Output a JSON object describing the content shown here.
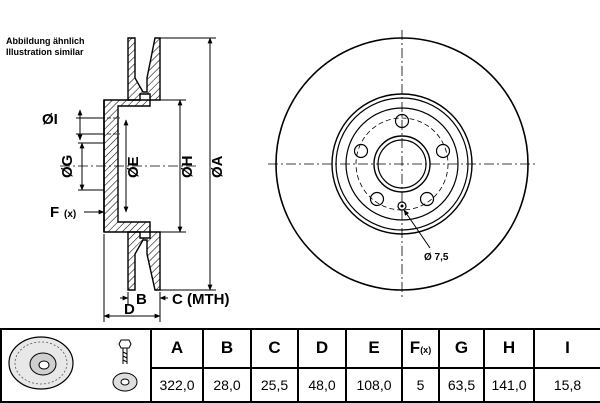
{
  "notes": {
    "line1": "Abbildung ähnlich",
    "line2": "Illustration similar"
  },
  "drawing": {
    "labels": {
      "I": "ØI",
      "G": "ØG",
      "E": "ØE",
      "H": "ØH",
      "A": "ØA",
      "F": "F",
      "F_sub": "(x)",
      "B": "B",
      "C": "C (MTH)",
      "D": "D",
      "hole": "Ø 7,5"
    }
  },
  "table": {
    "headers": [
      {
        "main": "A",
        "sub": ""
      },
      {
        "main": "B",
        "sub": ""
      },
      {
        "main": "C",
        "sub": ""
      },
      {
        "main": "D",
        "sub": ""
      },
      {
        "main": "E",
        "sub": ""
      },
      {
        "main": "F",
        "sub": "(x)"
      },
      {
        "main": "G",
        "sub": ""
      },
      {
        "main": "H",
        "sub": ""
      },
      {
        "main": "I",
        "sub": ""
      }
    ],
    "values": [
      "322,0",
      "28,0",
      "25,5",
      "48,0",
      "108,0",
      "5",
      "63,5",
      "141,0",
      "15,8"
    ]
  }
}
